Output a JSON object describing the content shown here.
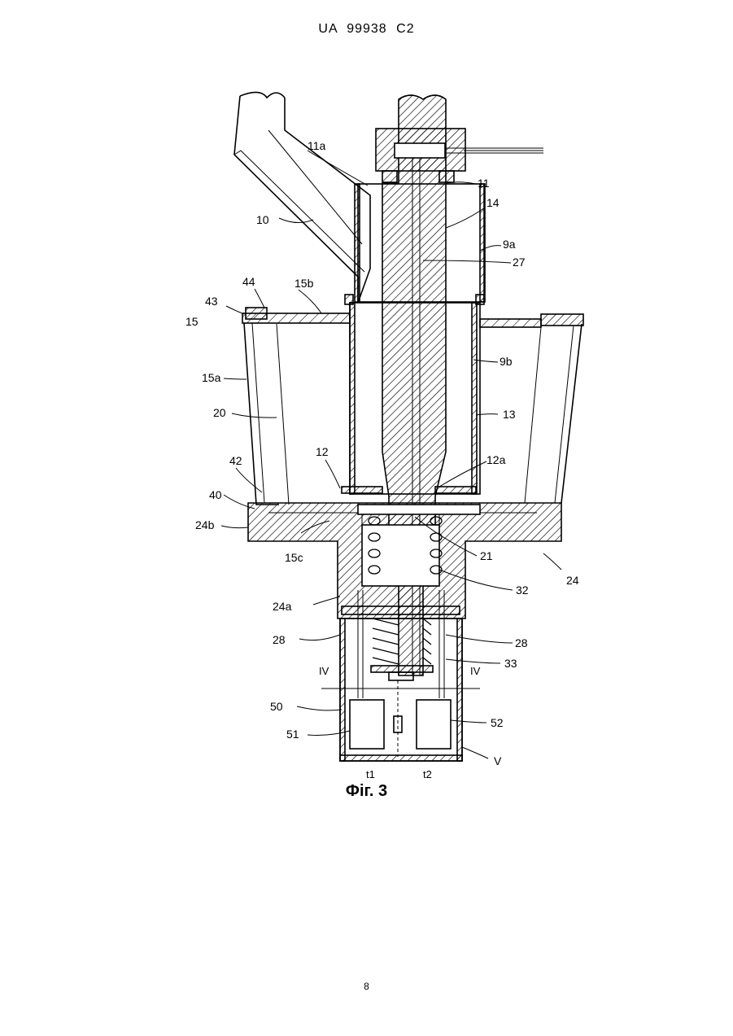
{
  "header": {
    "patent_id": "UA   99938   C2"
  },
  "figure": {
    "caption": "Фіг. 3",
    "labels": {
      "l11a": "11a",
      "l11": "11",
      "l14": "14",
      "l10": "10",
      "l9a": "9a",
      "l27": "27",
      "l44": "44",
      "l15b": "15b",
      "l43": "43",
      "l15": "15",
      "l9b": "9b",
      "l15a": "15a",
      "l13": "13",
      "l20": "20",
      "l12": "12",
      "l12a": "12a",
      "l42": "42",
      "l40": "40",
      "l24b": "24b",
      "l21": "21",
      "l15c": "15c",
      "l24": "24",
      "l32": "32",
      "l24a": "24a",
      "l28a": "28",
      "l28b": "28",
      "l33": "33",
      "l4l": "IV",
      "l4r": "IV",
      "l50": "50",
      "l52": "52",
      "l51": "51",
      "lV": "V",
      "lt1": "t1",
      "lt2": "t2"
    }
  },
  "page_number": "8"
}
